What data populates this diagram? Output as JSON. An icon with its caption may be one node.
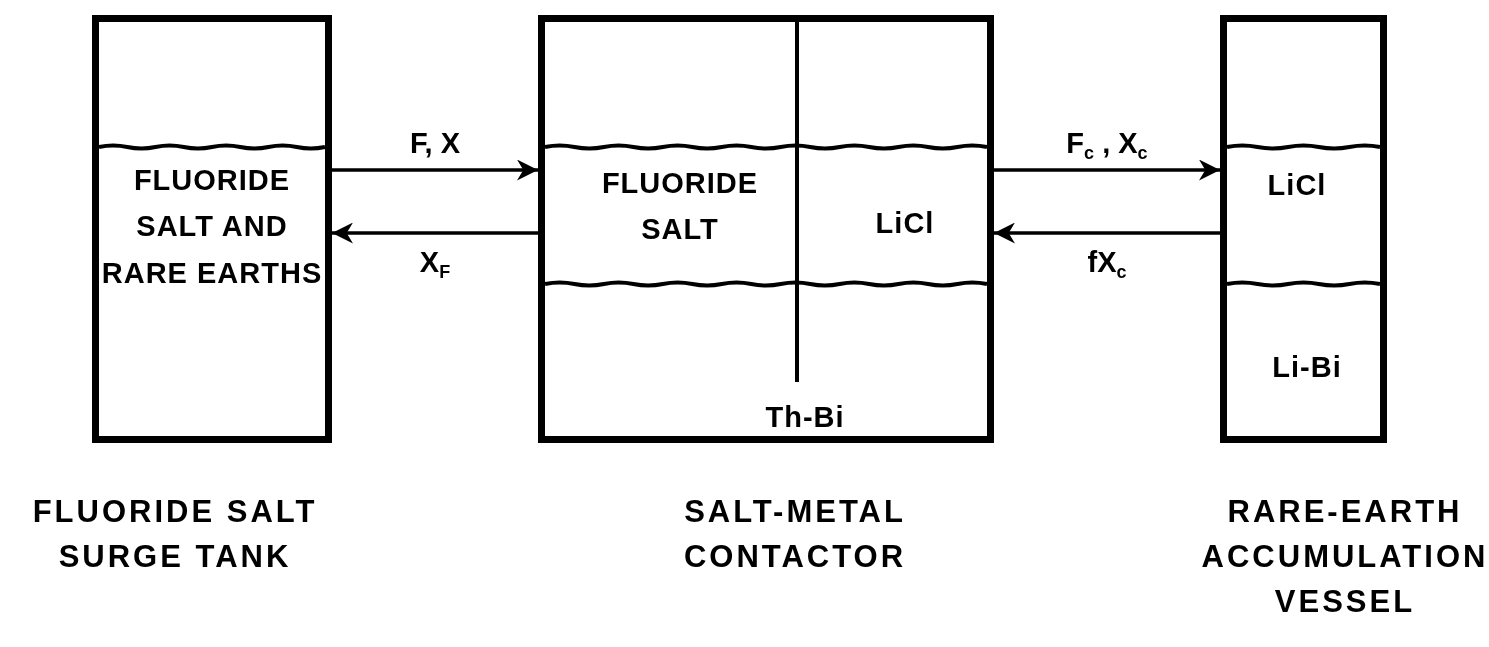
{
  "diagram": {
    "nodes": [
      {
        "text": [
          "FLUORIDE SALT AND RARE EARTHS"
        ],
        "beside": [
          "FLUORIDE SALT SURGE TANK"
        ]
      },
      {
        "text": [
          "FLUORIDE SALT",
          "LiCl",
          "Th-Bi"
        ],
        "beside": [
          "SALT-METAL CONTACTOR"
        ]
      },
      {
        "text": [
          "LiCl",
          "Li-Bi"
        ],
        "beside": [
          "RARE-EARTH ACCUMULATION VESSEL"
        ]
      }
    ],
    "edges": [
      {
        "from": 0,
        "to": 1,
        "arrow": "to",
        "label": "F, X"
      },
      {
        "from": 1,
        "to": 0,
        "arrow": "to",
        "label": "X$_{F}$"
      },
      {
        "from": 1,
        "to": 2,
        "arrow": "to",
        "label": "F$_{c}$ , X$_{c}$"
      },
      {
        "from": 2,
        "to": 1,
        "arrow": "to",
        "label": "fX$_{c}$"
      }
    ]
  }
}
